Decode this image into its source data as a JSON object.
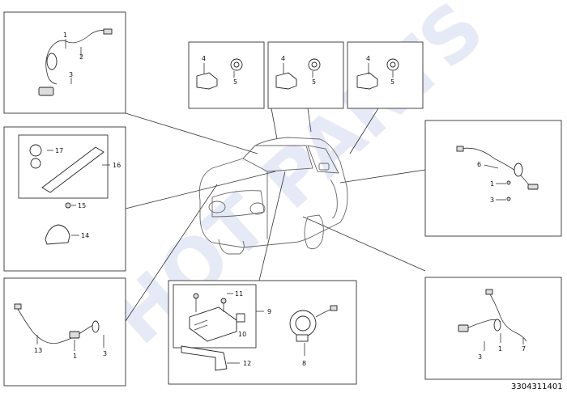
{
  "watermark": "HOT PARTS",
  "document_id": "3304311401",
  "callouts": {
    "top_left": [
      "1",
      "2",
      "3"
    ],
    "sensor_a": [
      "4",
      "5"
    ],
    "sensor_b": [
      "4",
      "5"
    ],
    "sensor_c": [
      "4",
      "5"
    ],
    "mid_left": [
      "17",
      "16",
      "15",
      "14"
    ],
    "right_mid": [
      "6",
      "1",
      "3"
    ],
    "bottom_left": [
      "13",
      "1",
      "3"
    ],
    "bottom_center": [
      "11",
      "9",
      "10",
      "12"
    ],
    "clock_spring": [
      "8"
    ],
    "bottom_right": [
      "3",
      "1",
      "7"
    ]
  }
}
